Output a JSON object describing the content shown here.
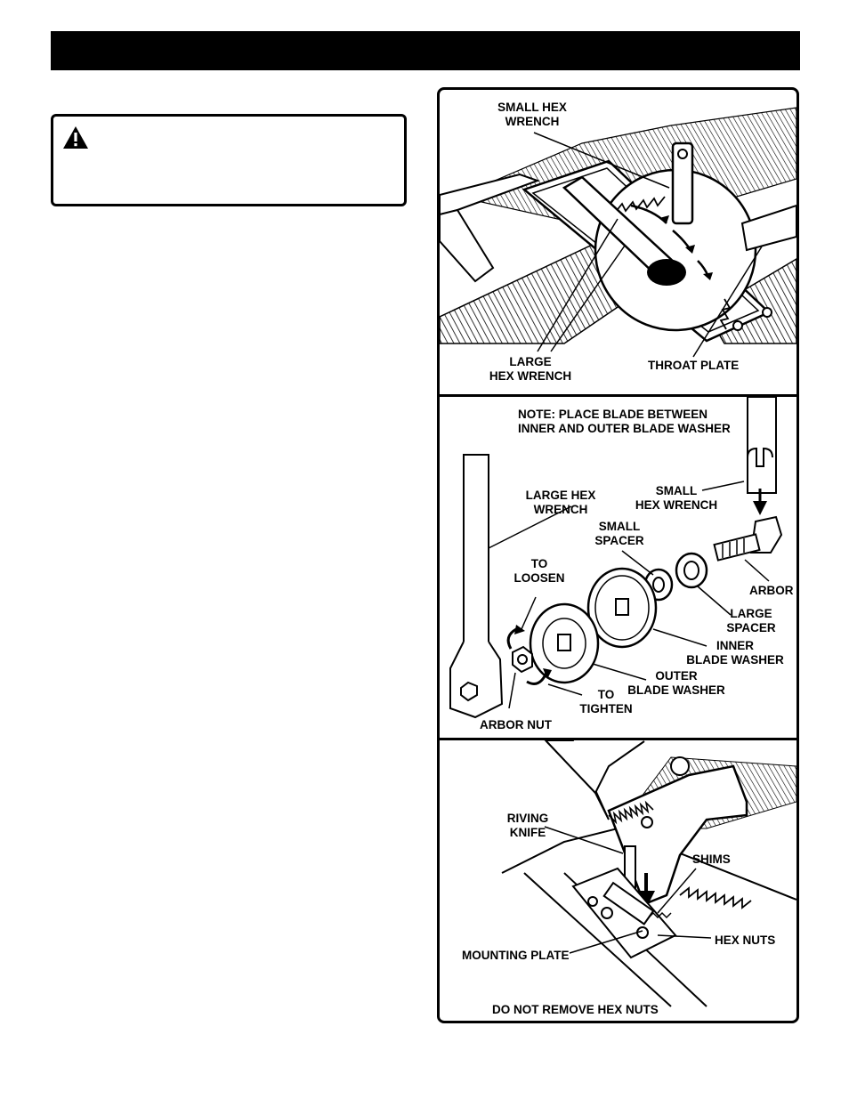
{
  "page": {
    "header_bar": "",
    "warning": {
      "icon": "warning-triangle-icon",
      "text": ""
    }
  },
  "figure": {
    "panel_top": {
      "small_hex_wrench": "SMALL HEX\nWRENCH",
      "large_hex_wrench": "LARGE\nHEX WRENCH",
      "throat_plate": "THROAT PLATE"
    },
    "panel_middle": {
      "note": "NOTE: PLACE BLADE BETWEEN\nINNER AND OUTER BLADE WASHER",
      "large_hex_wrench": "LARGE HEX\nWRENCH",
      "small_hex_wrench": "SMALL\nHEX WRENCH",
      "small_spacer": "SMALL\nSPACER",
      "to_loosen": "TO\nLOOSEN",
      "arbor": "ARBOR",
      "large_spacer": "LARGE\nSPACER",
      "inner_blade_washer": "INNER\nBLADE WASHER",
      "outer_blade_washer": "OUTER\nBLADE WASHER",
      "to_tighten": "TO\nTIGHTEN",
      "arbor_nut": "ARBOR NUT"
    },
    "panel_bottom": {
      "riving_knife": "RIVING\nKNIFE",
      "shims": "SHIMS",
      "hex_nuts": "HEX NUTS",
      "mounting_plate": "MOUNTING PLATE",
      "do_not_remove": "DO NOT REMOVE HEX NUTS"
    }
  }
}
